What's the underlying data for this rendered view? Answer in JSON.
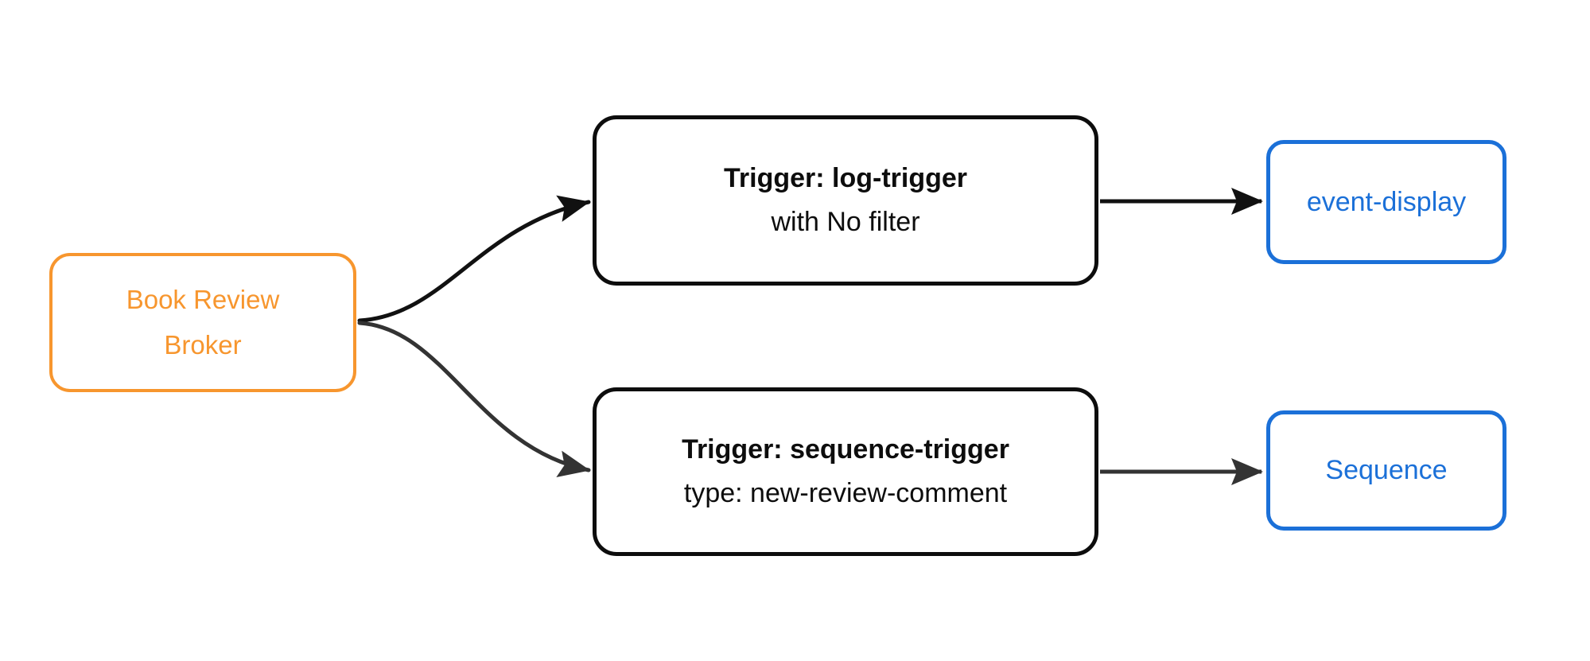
{
  "diagram": {
    "type": "flowchart",
    "direction": "left-to-right",
    "nodes": {
      "broker": {
        "id": "broker",
        "line1": "Book Review",
        "line2": "Broker"
      },
      "log_trigger": {
        "id": "log-trigger",
        "line1": "Trigger: log-trigger",
        "line2": "with No filter"
      },
      "sequence_trigger": {
        "id": "sequence-trigger",
        "line1": "Trigger: sequence-trigger",
        "line2": "type: new-review-comment"
      },
      "event_display": {
        "id": "event-display",
        "label": "event-display"
      },
      "sequence": {
        "id": "sequence",
        "label": "Sequence"
      }
    },
    "edges": [
      {
        "from": "broker",
        "to": "log_trigger",
        "style": "curved",
        "color_key": "edge_black"
      },
      {
        "from": "broker",
        "to": "sequence_trigger",
        "style": "curved",
        "color_key": "edge_gray"
      },
      {
        "from": "log_trigger",
        "to": "event_display",
        "style": "straight",
        "color_key": "edge_black"
      },
      {
        "from": "sequence_trigger",
        "to": "sequence",
        "style": "straight",
        "color_key": "edge_gray"
      }
    ]
  },
  "colors": {
    "orange": "#F7962E",
    "blue": "#1B70D8",
    "node_black": "#0D0D0D",
    "edge_black": "#111111",
    "edge_gray": "#333333",
    "background": "#FFFFFF"
  }
}
